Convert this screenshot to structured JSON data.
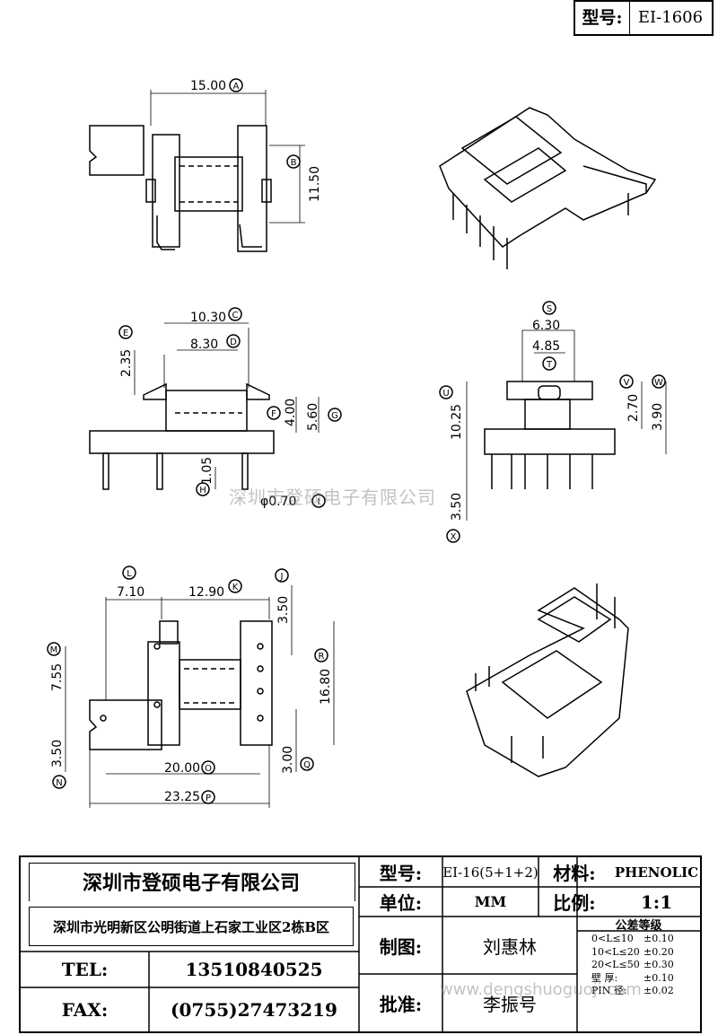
{
  "header": {
    "model_label": "型号:",
    "model_value": "EI-1606"
  },
  "top_view": {
    "dims": [
      {
        "value": "15.00",
        "tag": "A"
      },
      {
        "value": "11.50",
        "tag": "B"
      }
    ]
  },
  "front_view": {
    "dims": [
      {
        "value": "10.30",
        "tag": "C"
      },
      {
        "value": "8.30",
        "tag": "D"
      },
      {
        "value": "2.35",
        "tag": "E"
      },
      {
        "value": "4.00",
        "tag": "F"
      },
      {
        "value": "5.60",
        "tag": "G"
      },
      {
        "value": "1.05",
        "tag": "H"
      },
      {
        "value": "φ0.70",
        "tag": "I"
      }
    ]
  },
  "side_view": {
    "dims": [
      {
        "value": "6.30",
        "tag": "S"
      },
      {
        "value": "4.85",
        "tag": "T"
      },
      {
        "value": "10.25",
        "tag": "U"
      },
      {
        "value": "2.70",
        "tag": "V"
      },
      {
        "value": "3.90",
        "tag": "W"
      },
      {
        "value": "3.50",
        "tag": "X"
      }
    ]
  },
  "bottom_view": {
    "dims": [
      {
        "value": "7.10",
        "tag": "L"
      },
      {
        "value": "12.90",
        "tag": "K"
      },
      {
        "value": "3.50",
        "tag": "J"
      },
      {
        "value": "7.55",
        "tag": "M"
      },
      {
        "value": "16.80",
        "tag": "R"
      },
      {
        "value": "3.50",
        "tag": "N"
      },
      {
        "value": "3.00",
        "tag": "Q"
      },
      {
        "value": "20.00",
        "tag": "O"
      },
      {
        "value": "23.25",
        "tag": "P"
      }
    ]
  },
  "watermark": {
    "text1": "深圳市登硕电子有限公司",
    "text2": "www.dengshuoguoji.com"
  },
  "title_block": {
    "company": "深圳市登硕电子有限公司",
    "address": "深圳市光明新区公明街道上石家工业区2栋B区",
    "tel_label": "TEL:",
    "tel_value": "13510840525",
    "fax_label": "FAX:",
    "fax_value": "(0755)27473219",
    "model_label": "型号:",
    "model_value": "EI-16(5+1+2)",
    "material_label": "材料:",
    "material_value": "PHENOLIC",
    "unit_label": "单位:",
    "unit_value": "MM",
    "scale_label": "比例:",
    "scale_value": "1:1",
    "drawn_label": "制图:",
    "drawn_value": "刘惠林",
    "approved_label": "批准:",
    "approved_value": "李振号",
    "tolerance_title": "公差等级",
    "tolerances": [
      {
        "range": "0<L≤10",
        "value": "±0.10"
      },
      {
        "range": "10<L≤20",
        "value": "±0.20"
      },
      {
        "range": "20<L≤50",
        "value": "±0.30"
      },
      {
        "range": "壁 厚:",
        "value": "±0.10"
      },
      {
        "range": "PIN 径:",
        "value": "±0.02"
      }
    ]
  }
}
